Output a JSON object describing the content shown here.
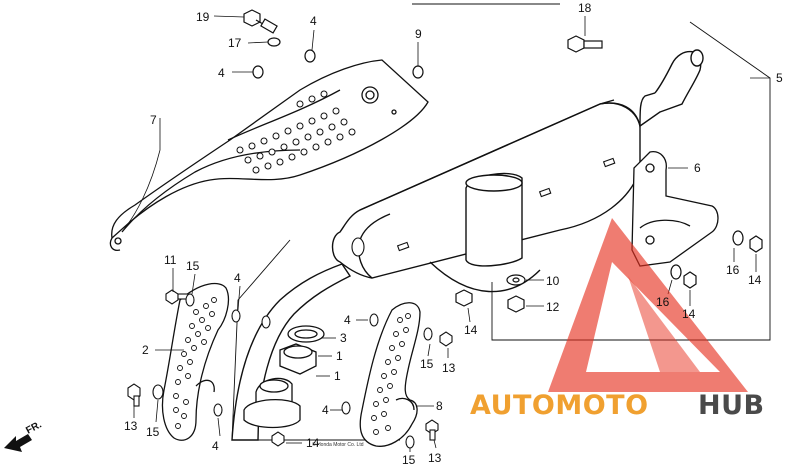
{
  "callouts": [
    {
      "id": "c19",
      "text": "19"
    },
    {
      "id": "c4a",
      "text": "4"
    },
    {
      "id": "c17",
      "text": "17"
    },
    {
      "id": "c4b",
      "text": "4"
    },
    {
      "id": "c9",
      "text": "9"
    },
    {
      "id": "c18",
      "text": "18"
    },
    {
      "id": "c5",
      "text": "5"
    },
    {
      "id": "c7",
      "text": "7"
    },
    {
      "id": "c6",
      "text": "6"
    },
    {
      "id": "c11",
      "text": "11"
    },
    {
      "id": "c15a",
      "text": "15"
    },
    {
      "id": "c4c",
      "text": "4"
    },
    {
      "id": "c2",
      "text": "2"
    },
    {
      "id": "c10",
      "text": "10"
    },
    {
      "id": "c12",
      "text": "12"
    },
    {
      "id": "c16a",
      "text": "16"
    },
    {
      "id": "c14a",
      "text": "14"
    },
    {
      "id": "c16b",
      "text": "16"
    },
    {
      "id": "c14b",
      "text": "14"
    },
    {
      "id": "c4d",
      "text": "4"
    },
    {
      "id": "c3",
      "text": "3"
    },
    {
      "id": "c1a",
      "text": "1"
    },
    {
      "id": "c1b",
      "text": "1"
    },
    {
      "id": "c14c",
      "text": "14"
    },
    {
      "id": "c15b",
      "text": "15"
    },
    {
      "id": "c13a",
      "text": "13"
    },
    {
      "id": "c13b",
      "text": "13"
    },
    {
      "id": "c15c",
      "text": "15"
    },
    {
      "id": "c4e",
      "text": "4"
    },
    {
      "id": "c4f",
      "text": "4"
    },
    {
      "id": "c8",
      "text": "8"
    },
    {
      "id": "c14d",
      "text": "14"
    },
    {
      "id": "c15d",
      "text": "15"
    },
    {
      "id": "c13c",
      "text": "13"
    }
  ],
  "direction_marker": "FR.",
  "watermark": {
    "part1": "AUTOMOTO",
    "part2": "HUB",
    "color1": "#f0a030",
    "color2": "#4a4a4a",
    "triangle_color": "#e63322"
  },
  "fine_print": "© Honda Motor Co. Ltd"
}
